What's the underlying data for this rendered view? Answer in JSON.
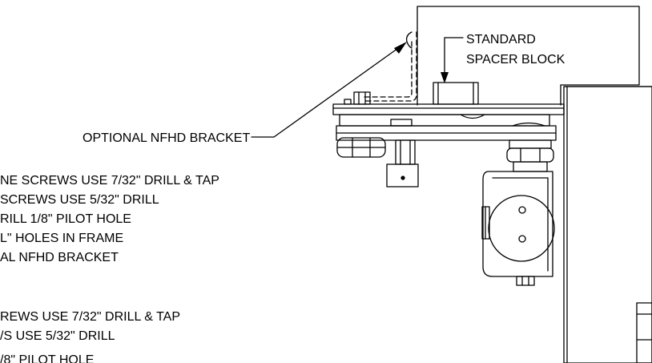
{
  "labels": {
    "spacer_line1": "STANDARD",
    "spacer_line2": "SPACER BLOCK",
    "optional_bracket": "OPTIONAL NFHD BRACKET"
  },
  "notes": {
    "block1": [
      "NE SCREWS USE 7/32\" DRILL & TAP",
      "SCREWS USE 5/32\" DRILL",
      "RILL 1/8\"  PILOT HOLE",
      "L\" HOLES IN FRAME",
      "AL NFHD BRACKET"
    ],
    "block2": [
      "REWS USE 7/32\" DRILL & TAP",
      "/S USE 5/32\" DRILL",
      "/8\"  PILOT HOLE"
    ]
  },
  "colors": {
    "line": "#000000",
    "background": "#ffffff"
  }
}
